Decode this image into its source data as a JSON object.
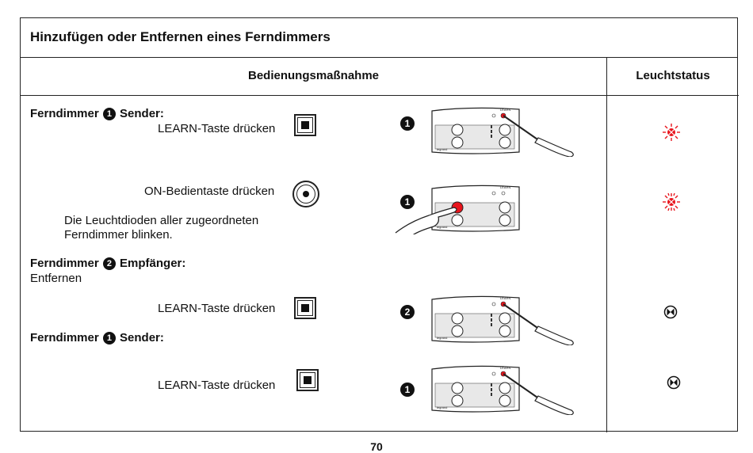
{
  "title": "Hinzufügen oder Entfernen eines Ferndimmers",
  "headers": {
    "action": "Bedienungsmaßnahme",
    "status": "Leuchtstatus"
  },
  "section1": {
    "prefix": "Ferndimmer",
    "num": "1",
    "suffix": "Sender:"
  },
  "learn_label_1": "LEARN-Taste drücken",
  "on_label": "ON-Bedientaste drücken",
  "led_blink_text": [
    "Die Leuchtdioden aller zugeordneten",
    "Ferndimmer blinken."
  ],
  "section2": {
    "prefix": "Ferndimmer",
    "num": "2",
    "suffix": "Empfänger:",
    "sub": "Entfernen"
  },
  "learn_label_2": "LEARN-Taste drücken",
  "section3": {
    "prefix": "Ferndimmer",
    "num": "1",
    "suffix": "Sender:"
  },
  "learn_label_3": "LEARN-Taste drücken",
  "device_steps": [
    "1",
    "1",
    "2",
    "1"
  ],
  "device_text": {
    "learn": "LEARN",
    "brand": "legrand"
  },
  "led_states": [
    "blinking-red-slow",
    "blinking-red-fast",
    "off",
    "off"
  ],
  "colors": {
    "led_red": "#e8141c",
    "border": "#222222"
  },
  "page_number": "70"
}
